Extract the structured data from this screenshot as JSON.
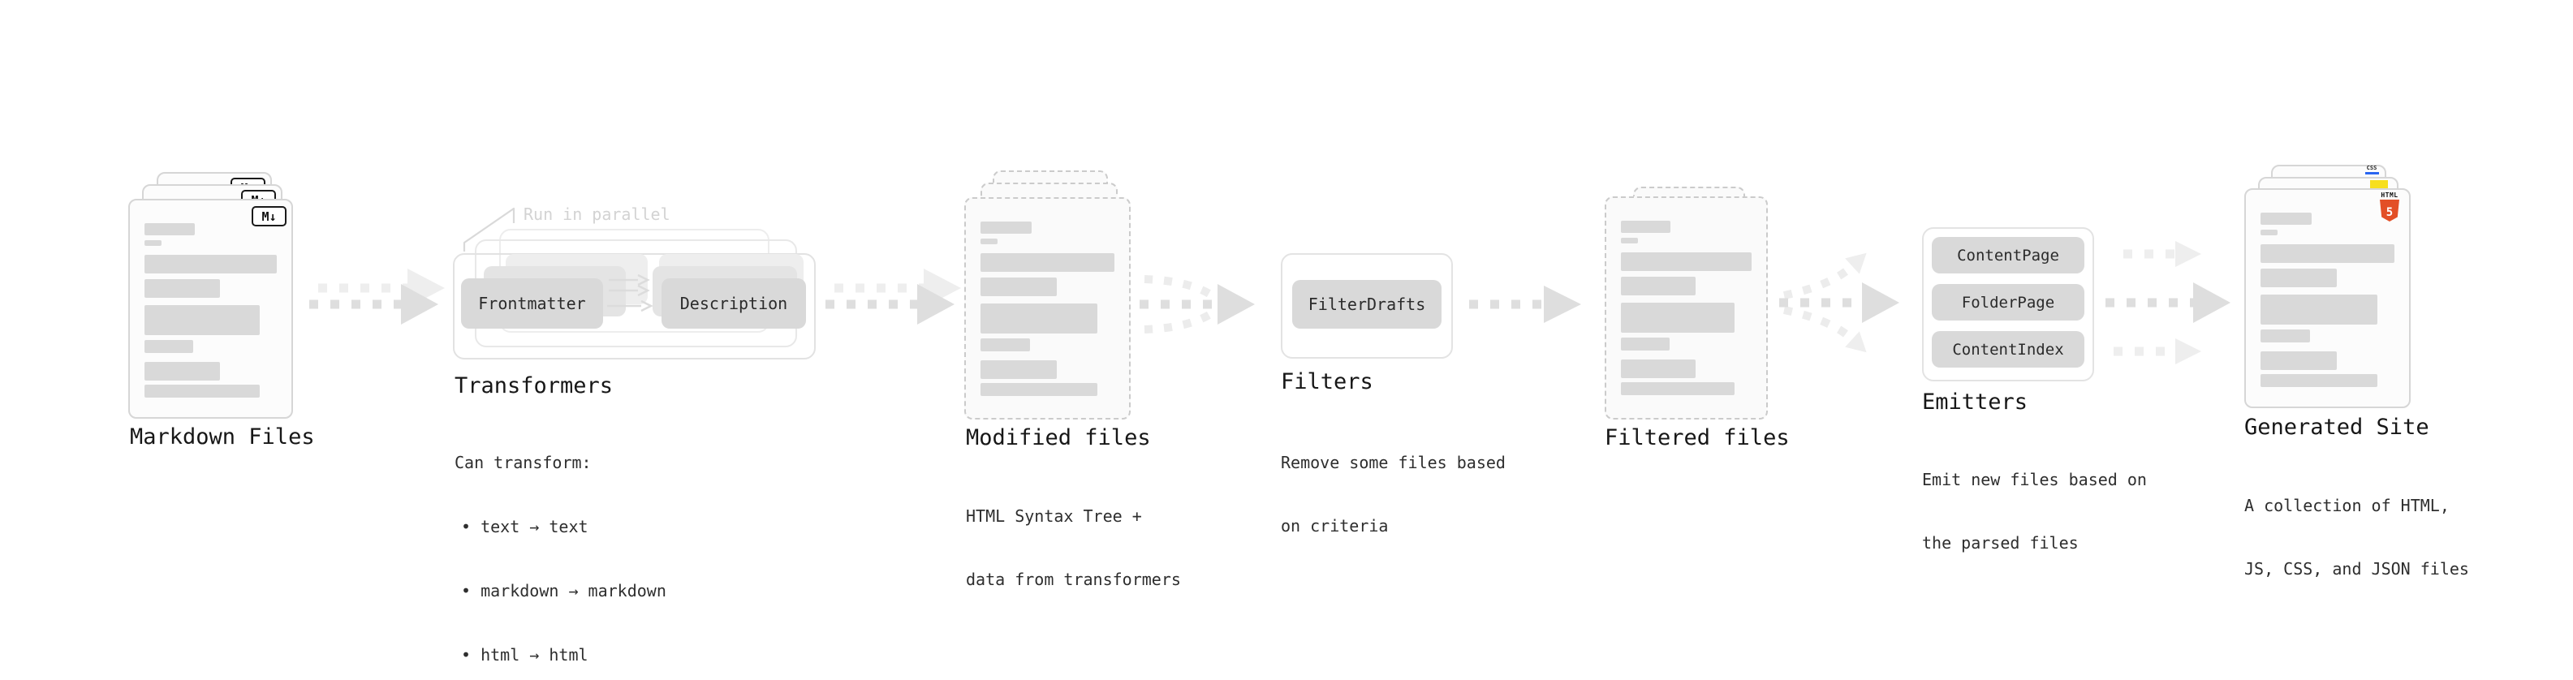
{
  "colors": {
    "html5": "#e34f26",
    "js": "#f7df1e",
    "css": "#2965f1"
  },
  "nodes": {
    "markdown_files": {
      "title": "Markdown Files",
      "badge": "M↓"
    },
    "transformers": {
      "title": "Transformers",
      "annotation": "Run in parallel",
      "pills": [
        "Frontmatter",
        "Description"
      ],
      "desc_intro": "Can transform:",
      "bullets": [
        "• text → text",
        "• markdown → markdown",
        "• html → html"
      ]
    },
    "modified_files": {
      "title": "Modified files",
      "desc": [
        "HTML Syntax Tree +",
        "data from transformers"
      ]
    },
    "filters": {
      "title": "Filters",
      "pill": "FilterDrafts",
      "desc": [
        "Remove some files based",
        "on criteria"
      ]
    },
    "filtered_files": {
      "title": "Filtered files"
    },
    "emitters": {
      "title": "Emitters",
      "pills": [
        "ContentPage",
        "FolderPage",
        "ContentIndex"
      ],
      "desc": [
        "Emit new files based on",
        "the parsed files"
      ]
    },
    "generated_site": {
      "title": "Generated Site",
      "desc": [
        "A collection of HTML,",
        "JS, CSS, and JSON files"
      ],
      "badges": {
        "css": "CSS",
        "html_label": "HTML",
        "html_number": "5"
      }
    }
  }
}
